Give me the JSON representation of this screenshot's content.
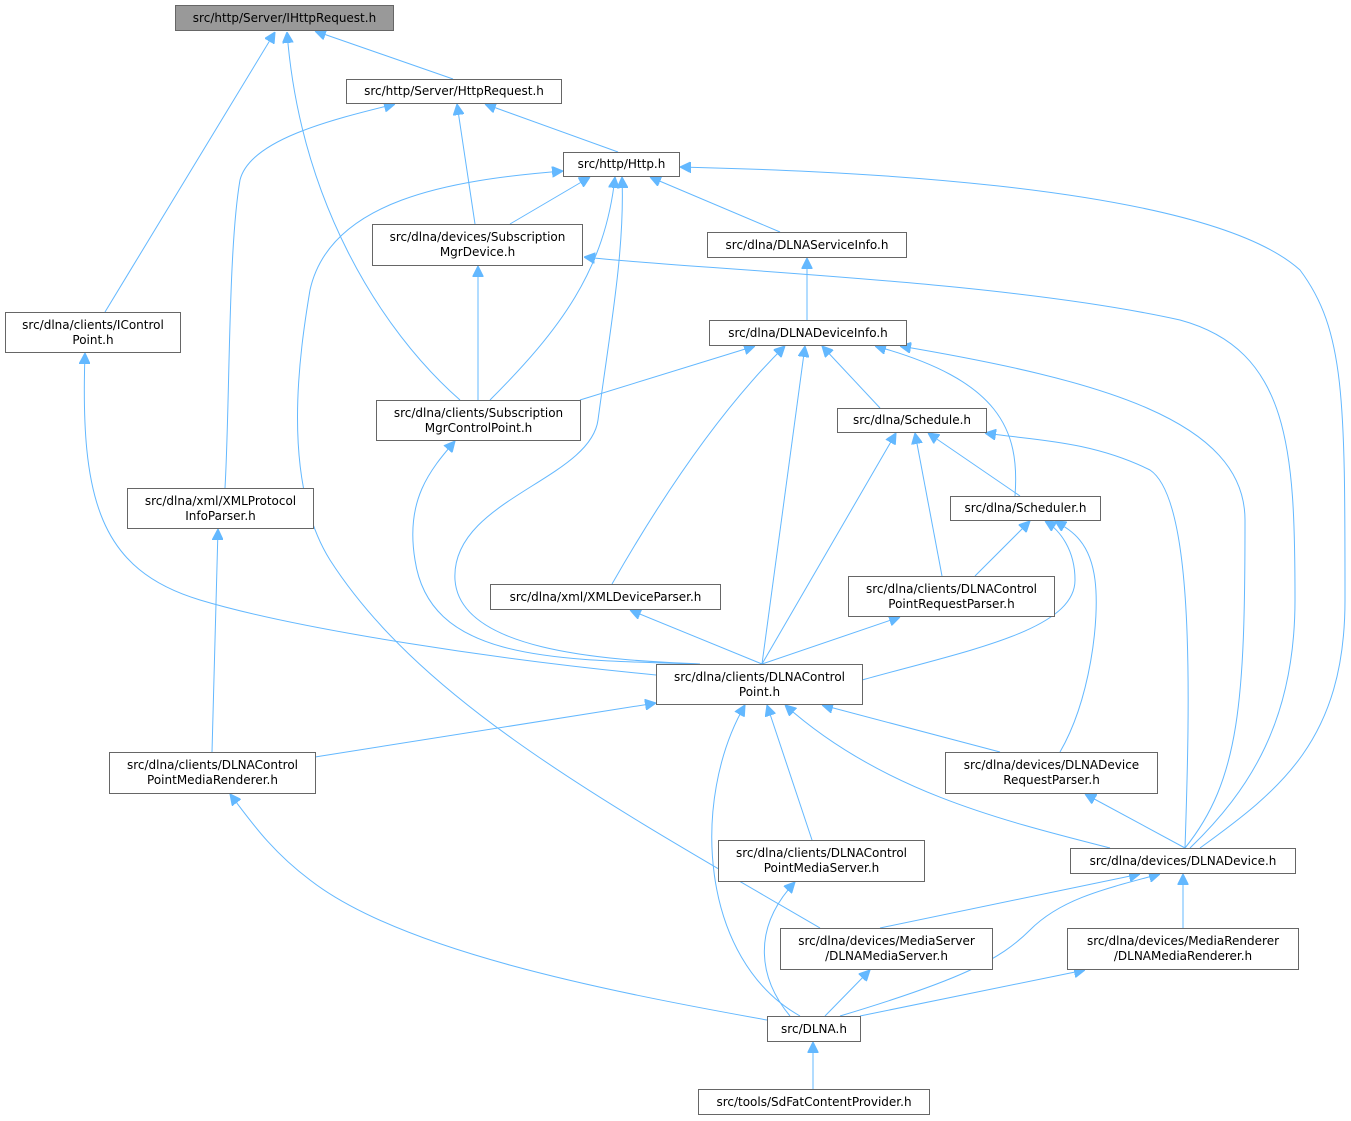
{
  "title": "src/http/Server/IHttpRequest.h",
  "colors": {
    "edge": "#63b8ff",
    "root_fill": "#999999",
    "node_border": "#666666"
  },
  "nodes": {
    "ihttprequest": [
      "src/http/Server/IHttpRequest.h"
    ],
    "httprequest": [
      "src/http/Server/HttpRequest.h"
    ],
    "http": [
      "src/http/Http.h"
    ],
    "submgrdevice": [
      "src/dlna/devices/Subscription",
      "MgrDevice.h"
    ],
    "serviceinfo": [
      "src/dlna/DLNAServiceInfo.h"
    ],
    "icontrolpoint": [
      "src/dlna/clients/IControl",
      "Point.h"
    ],
    "deviceinfo": [
      "src/dlna/DLNADeviceInfo.h"
    ],
    "submgrcp": [
      "src/dlna/clients/Subscription",
      "MgrControlPoint.h"
    ],
    "schedule": [
      "src/dlna/Schedule.h"
    ],
    "xmlprotocol": [
      "src/dlna/xml/XMLProtocol",
      "InfoParser.h"
    ],
    "scheduler": [
      "src/dlna/Scheduler.h"
    ],
    "cprequestparser": [
      "src/dlna/clients/DLNAControl",
      "PointRequestParser.h"
    ],
    "xmldeviceparser": [
      "src/dlna/xml/XMLDeviceParser.h"
    ],
    "controlpoint": [
      "src/dlna/clients/DLNAControl",
      "Point.h"
    ],
    "cpmediarenderer": [
      "src/dlna/clients/DLNAControl",
      "PointMediaRenderer.h"
    ],
    "devrequestparser": [
      "src/dlna/devices/DLNADevice",
      "RequestParser.h"
    ],
    "cpmediaserver": [
      "src/dlna/clients/DLNAControl",
      "PointMediaServer.h"
    ],
    "dlnadevice": [
      "src/dlna/devices/DLNADevice.h"
    ],
    "mediaserver": [
      "src/dlna/devices/MediaServer",
      "/DLNAMediaServer.h"
    ],
    "mediarenderer": [
      "src/dlna/devices/MediaRenderer",
      "/DLNAMediaRenderer.h"
    ],
    "dlna": [
      "src/DLNA.h"
    ],
    "sdfat": [
      "src/tools/SdFatContentProvider.h"
    ]
  }
}
